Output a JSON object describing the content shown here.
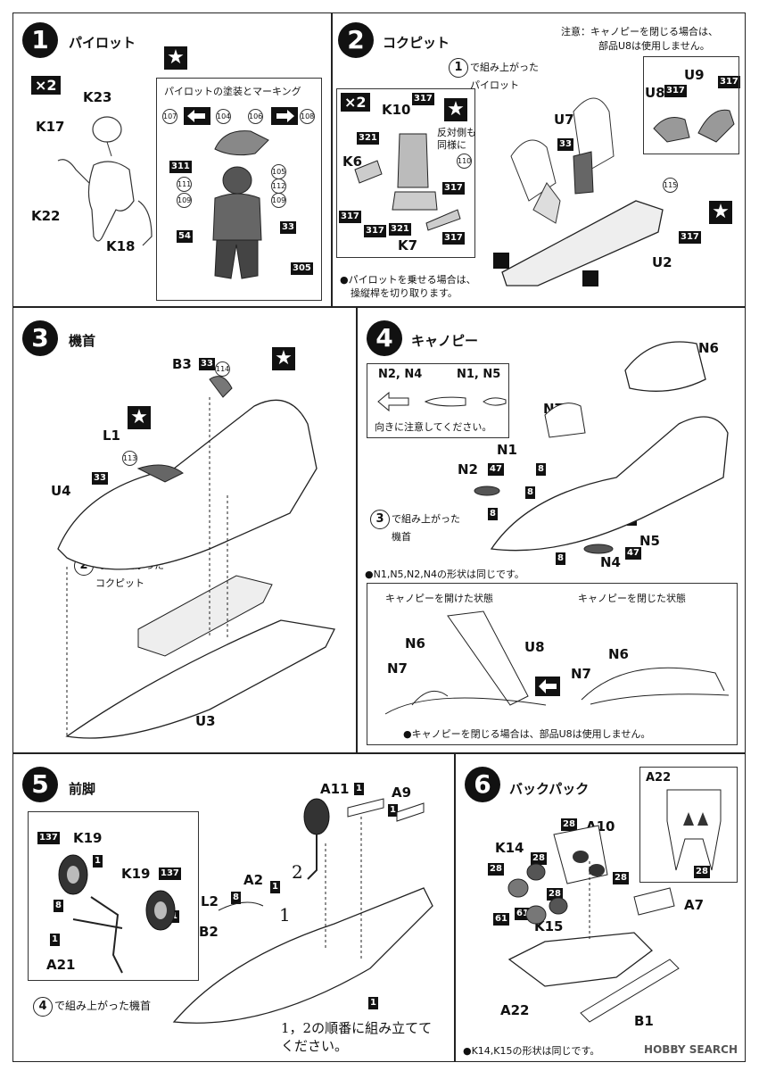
{
  "step1": {
    "num": "1",
    "title": "パイロット",
    "qty": "×2",
    "parts": [
      "K23",
      "K17",
      "K22",
      "K18"
    ],
    "marking_title": "パイロットの塗装とマーキング",
    "decals": [
      "107",
      "104",
      "106",
      "108",
      "105",
      "111",
      "112",
      "109",
      "109"
    ],
    "colors": [
      "311",
      "54",
      "33",
      "305"
    ]
  },
  "step2": {
    "num": "2",
    "title": "コクピット",
    "qty": "×2",
    "note_top_line1": "注意：キャノピーを閉じる場合は、",
    "note_top_line2": "部品U8は使用しません。",
    "pilot_ref_num": "1",
    "pilot_ref_line1": "で組み上がった",
    "pilot_ref_line2": "パイロット",
    "parts": [
      "K10",
      "K6",
      "K7",
      "U7",
      "U8",
      "U9",
      "U2"
    ],
    "colors": [
      "317",
      "321",
      "317",
      "317",
      "321",
      "317",
      "33",
      "317",
      "317",
      "317"
    ],
    "mirror_note_line1": "反対側も",
    "mirror_note_line2": "同様に",
    "decals": [
      "110",
      "115"
    ],
    "note_bottom_line1": "●パイロットを乗せる場合は、",
    "note_bottom_line2": "操縦桿を切り取ります。"
  },
  "step3": {
    "num": "3",
    "title": "機首",
    "parts": [
      "B3",
      "L1",
      "U4",
      "U3"
    ],
    "colors": [
      "33",
      "33"
    ],
    "decals": [
      "114",
      "113"
    ],
    "ref_num": "2",
    "ref_line1": "で組み上がった",
    "ref_line2": "コクピット"
  },
  "step4": {
    "num": "4",
    "title": "キャノピー",
    "direction_labels": [
      "N2, N4",
      "N1, N5"
    ],
    "direction_note": "向きに注意してください。",
    "parts": [
      "N6",
      "N7",
      "N1",
      "N2",
      "N5",
      "N4"
    ],
    "colors": [
      "47",
      "8",
      "8",
      "8",
      "8",
      "47",
      "8"
    ],
    "ref_num": "3",
    "ref_line1": "で組み上がった",
    "ref_line2": "機首",
    "shape_note": "●N1,N5,N2,N4の形状は同じです。",
    "open_label": "キャノピーを開けた状態",
    "closed_label": "キャノピーを閉じた状態",
    "open_parts": [
      "N6",
      "N7",
      "U8"
    ],
    "closed_parts": [
      "N6",
      "N7"
    ],
    "bottom_note": "●キャノピーを閉じる場合は、部品U8は使用しません。"
  },
  "step5": {
    "num": "5",
    "title": "前脚",
    "parts": [
      "K19",
      "K19",
      "A21",
      "A11",
      "A9",
      "A2",
      "L2",
      "B2"
    ],
    "colors": [
      "137",
      "137",
      "1",
      "1",
      "8",
      "1",
      "1",
      "1",
      "8",
      "1",
      "1"
    ],
    "order_marks": [
      "2",
      "1"
    ],
    "ref_num": "4",
    "ref_text": "で組み上がった機首",
    "order_note_line1": "1，2の順番に組み立てて",
    "order_note_line2": "ください。"
  },
  "step6": {
    "num": "6",
    "title": "バックパック",
    "parts": [
      "A22",
      "A10",
      "K14",
      "K15",
      "A7",
      "A22",
      "B1"
    ],
    "colors": [
      "28",
      "28",
      "28",
      "28",
      "28",
      "28",
      "61",
      "61",
      "28",
      "28"
    ],
    "shape_note": "●K14,K15の形状は同じです。"
  },
  "watermark": "HOBBY SEARCH"
}
